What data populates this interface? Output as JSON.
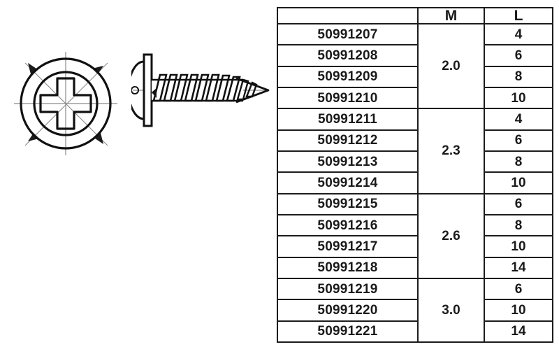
{
  "drawing": {
    "head_view": {
      "name": "screw-head-top-view",
      "recess_type": "pozidriv-cross-recess",
      "centerline_color": "#8a8a8a",
      "outline_color": "#111111",
      "has_outer_flange_circle": true,
      "has_inner_head_circle": true,
      "dimension_arrows": 4
    },
    "side_view": {
      "name": "screw-side-view",
      "description": "flanged button head self-tapping screw side profile",
      "outline_color": "#111111",
      "centerline_color": "#8a8a8a",
      "thread_turns": 9
    }
  },
  "table": {
    "headers": [
      "",
      "M",
      "L"
    ],
    "groups": [
      {
        "m": "2.0",
        "rows": [
          {
            "part": "50991207",
            "l": "4"
          },
          {
            "part": "50991208",
            "l": "6"
          },
          {
            "part": "50991209",
            "l": "8"
          },
          {
            "part": "50991210",
            "l": "10"
          }
        ]
      },
      {
        "m": "2.3",
        "rows": [
          {
            "part": "50991211",
            "l": "4"
          },
          {
            "part": "50991212",
            "l": "6"
          },
          {
            "part": "50991213",
            "l": "8"
          },
          {
            "part": "50991214",
            "l": "10"
          }
        ]
      },
      {
        "m": "2.6",
        "rows": [
          {
            "part": "50991215",
            "l": "6"
          },
          {
            "part": "50991216",
            "l": "8"
          },
          {
            "part": "50991217",
            "l": "10"
          },
          {
            "part": "50991218",
            "l": "14"
          }
        ]
      },
      {
        "m": "3.0",
        "rows": [
          {
            "part": "50991219",
            "l": "6"
          },
          {
            "part": "50991220",
            "l": "10"
          },
          {
            "part": "50991221",
            "l": "14"
          }
        ]
      }
    ]
  },
  "colors": {
    "background": "#ffffff",
    "line": "#1c1c1c",
    "centerline": "#8a8a8a",
    "text": "#1a1a1a"
  }
}
